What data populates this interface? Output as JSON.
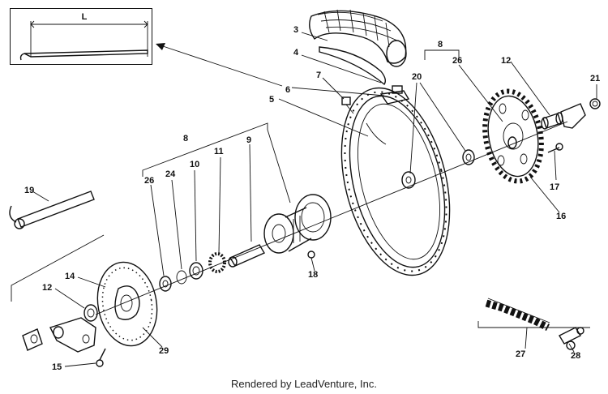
{
  "inset": {
    "dimension_label": "L"
  },
  "callouts": {
    "c3": "3",
    "c4": "4",
    "c5": "5",
    "c6": "6",
    "c7": "7",
    "c8_top": "8",
    "c8_left": "8",
    "c9": "9",
    "c10": "10",
    "c11": "11",
    "c12_right": "12",
    "c12_left": "12",
    "c14": "14",
    "c15": "15",
    "c16": "16",
    "c17": "17",
    "c18": "18",
    "c19": "19",
    "c20": "20",
    "c21": "21",
    "c24": "24",
    "c26_top": "26",
    "c26_left": "26",
    "c27": "27",
    "c28": "28",
    "c29": "29"
  },
  "footer": {
    "credit": "Rendered by LeadVenture, Inc."
  }
}
